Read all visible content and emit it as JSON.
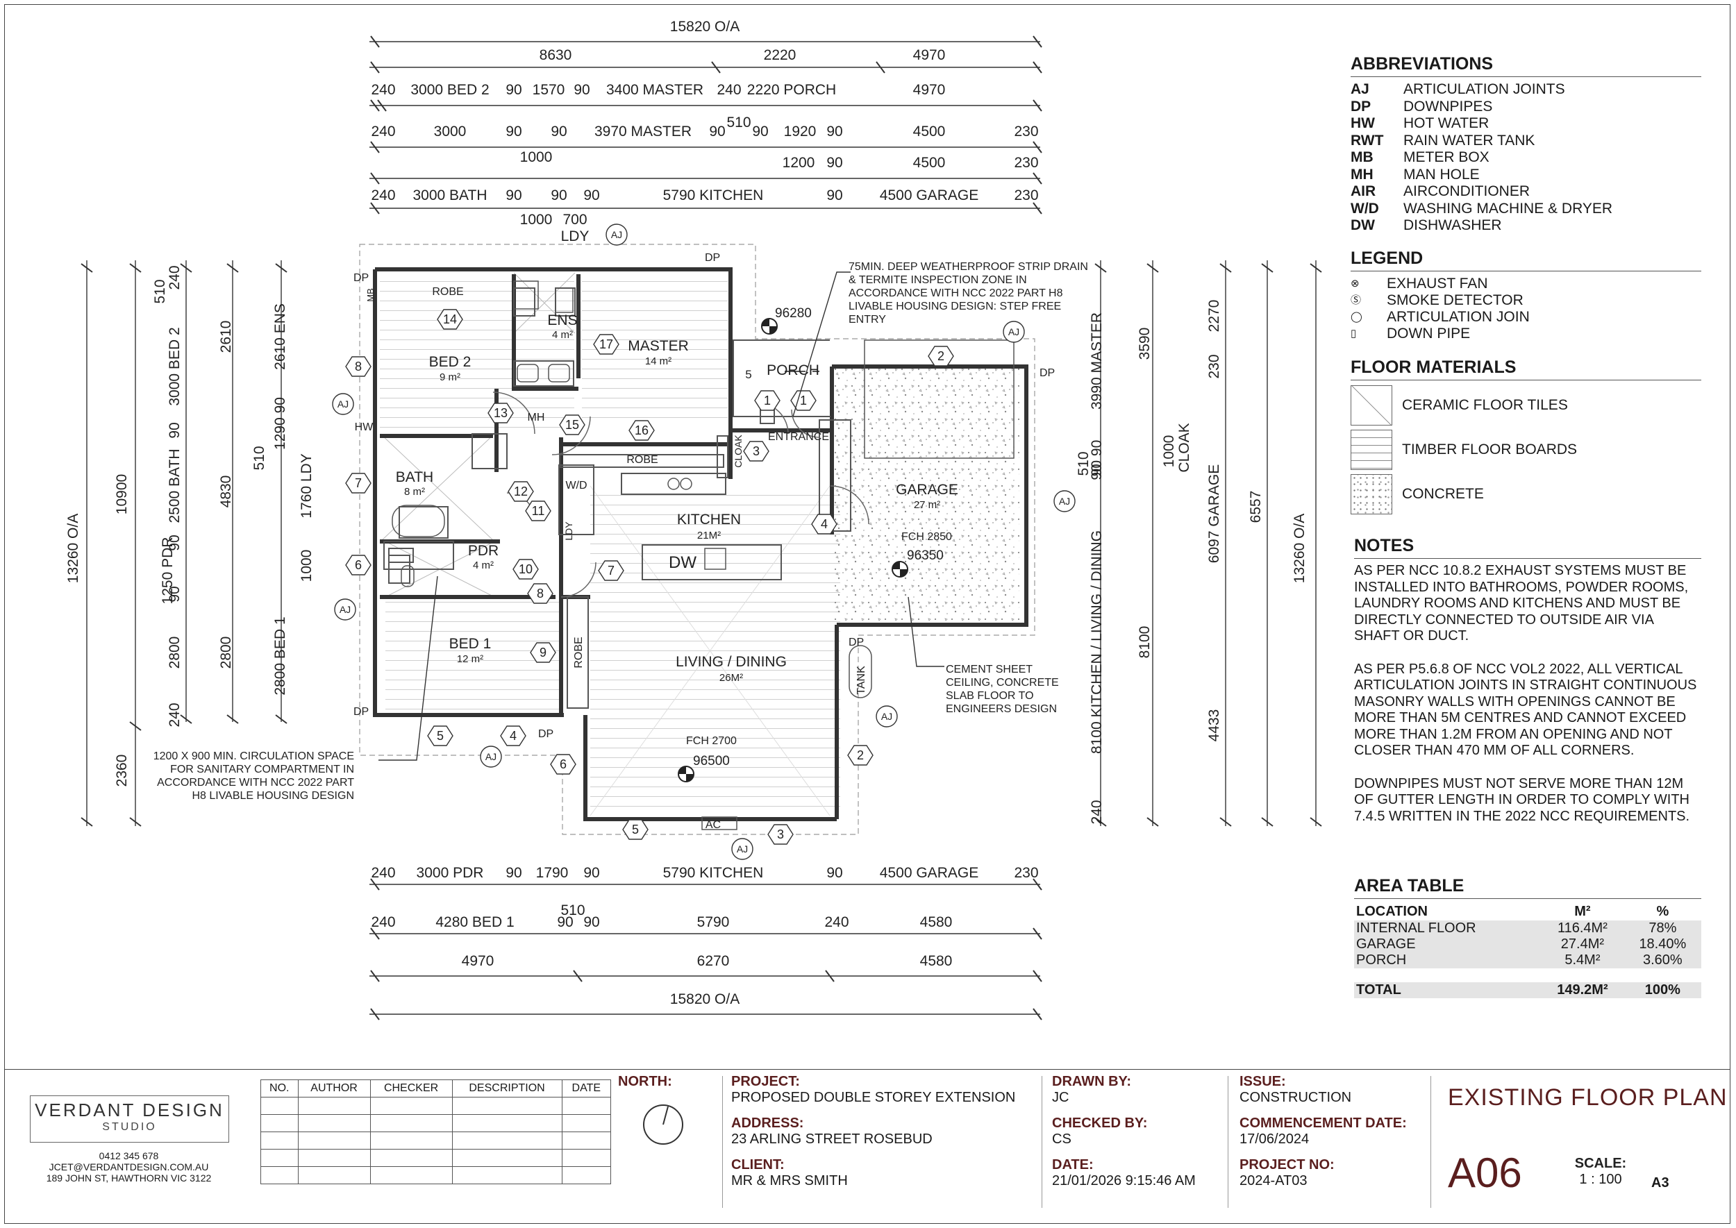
{
  "drawing": {
    "overall_dims": {
      "top": "15820 O/A",
      "bottom": "15820 O/A",
      "left": "13260 O/A",
      "right": "13260 O/A"
    },
    "top_dim_rows": [
      [
        "8630",
        "2220",
        "4970"
      ],
      [
        "240",
        "3000 BED 2",
        "90",
        "1570",
        "90",
        "3400 MASTER",
        "240",
        "2220 PORCH",
        "4970"
      ],
      [
        "240",
        "3000",
        "90",
        "90",
        "3970 MASTER",
        "90",
        "510",
        "90",
        "1920",
        "90",
        "4500",
        "230"
      ],
      [
        "1000",
        "1200",
        "90",
        "4500",
        "230"
      ],
      [
        "240",
        "3000 BATH",
        "90",
        "90",
        "90",
        "5790 KITCHEN",
        "90",
        "4500 GARAGE",
        "230"
      ],
      [
        "1000",
        "700",
        "LDY"
      ]
    ],
    "bottom_dim_rows": [
      [
        "240",
        "3000 PDR",
        "90",
        "1790",
        "90",
        "5790 KITCHEN",
        "90",
        "4500 GARAGE",
        "230"
      ],
      [
        "240",
        "4280 BED 1",
        "510",
        "90",
        "90",
        "5790",
        "240",
        "4580"
      ],
      [
        "4970",
        "6270",
        "4580"
      ]
    ],
    "left_dims": [
      "10900",
      "2360",
      "510",
      "240",
      "3000 BED 2",
      "90",
      "2500 BATH",
      "90",
      "1250 PDR",
      "90",
      "2800",
      "240",
      "2610",
      "4830",
      "2800",
      "2610 ENS",
      "1290 90",
      "1760 LDY",
      "1000",
      "2800 BED 1",
      "510"
    ],
    "right_dims": [
      "3990 MASTER",
      "510",
      "90 90",
      "90",
      "8100 KITCHEN / LIVING / DINING",
      "240",
      "3590",
      "1000",
      "CLOAK",
      "8100",
      "2270",
      "230",
      "6097 GARAGE",
      "4433",
      "6557"
    ],
    "rooms": [
      {
        "name": "BED 2",
        "area": "9 m²"
      },
      {
        "name": "ENS",
        "area": "4 m²"
      },
      {
        "name": "MASTER",
        "area": "14 m²"
      },
      {
        "name": "BATH",
        "area": "8 m²"
      },
      {
        "name": "PDR",
        "area": "4 m²"
      },
      {
        "name": "KITCHEN",
        "area": "21M²"
      },
      {
        "name": "GARAGE",
        "area": "27 m²"
      },
      {
        "name": "BED 1",
        "area": "12 m²"
      },
      {
        "name": "LIVING / DINING",
        "area": "26M²"
      }
    ],
    "fixture_labels": [
      "ROBE",
      "ROBE",
      "ROBE",
      "MH",
      "MB",
      "HW",
      "CLOAK",
      "ENTRANCE",
      "PORCH",
      "W/D",
      "LDY",
      "DW",
      "AC",
      "TANK"
    ],
    "spot_levels": [
      "96280",
      "96350",
      "96500"
    ],
    "ceiling_heights": [
      "FCH 2850",
      "FCH 2700"
    ],
    "wall_tags": [
      "14",
      "17",
      "13",
      "15",
      "16",
      "12",
      "11",
      "10",
      "9",
      "8",
      "7",
      "7",
      "6",
      "6",
      "5",
      "5",
      "4",
      "4",
      "3",
      "3",
      "2",
      "2",
      "1",
      "1",
      "8"
    ],
    "aj_label": "AJ",
    "dp_label": "DP",
    "callouts": {
      "strip_drain": "75MIN. DEEP WEATHERPROOF STRIP DRAIN & TERMITE INSPECTION ZONE IN ACCORDANCE WITH NCC 2022 PART H8 LIVABLE HOUSING DESIGN: STEP FREE ENTRY",
      "cement_sheet": "CEMENT SHEET CEILING, CONCRETE SLAB FLOOR TO ENGINEERS DESIGN",
      "circulation": "1200 X 900 MIN. CIRCULATION SPACE FOR SANITARY COMPARTMENT IN ACCORDANCE WITH NCC 2022 PART H8 LIVABLE HOUSING DESIGN"
    },
    "porch_step": "5"
  },
  "abbreviations": {
    "title": "ABBREVIATIONS",
    "items": [
      {
        "code": "AJ",
        "text": "ARTICULATION JOINTS"
      },
      {
        "code": "DP",
        "text": "DOWNPIPES"
      },
      {
        "code": "HW",
        "text": "HOT WATER"
      },
      {
        "code": "RWT",
        "text": "RAIN WATER TANK"
      },
      {
        "code": "MB",
        "text": "METER BOX"
      },
      {
        "code": "MH",
        "text": "MAN HOLE"
      },
      {
        "code": "AIR",
        "text": "AIRCONDITIONER"
      },
      {
        "code": "W/D",
        "text": "WASHING MACHINE & DRYER"
      },
      {
        "code": "DW",
        "text": "DISHWASHER"
      }
    ]
  },
  "legend": {
    "title": "LEGEND",
    "items": [
      {
        "symbol": "exhaust-fan-icon",
        "text": "EXHAUST FAN"
      },
      {
        "symbol": "smoke-detector-icon",
        "text": "SMOKE DETECTOR"
      },
      {
        "symbol": "articulation-join-icon",
        "text": "ARTICULATION JOIN"
      },
      {
        "symbol": "down-pipe-icon",
        "text": "DOWN PIPE"
      }
    ]
  },
  "floor_materials": {
    "title": "FLOOR MATERIALS",
    "items": [
      "CERAMIC FLOOR TILES",
      "TIMBER FLOOR BOARDS",
      "CONCRETE"
    ]
  },
  "notes": {
    "title": "NOTES",
    "items": [
      "AS PER NCC 10.8.2 EXHAUST SYSTEMS MUST BE INSTALLED INTO BATHROOMS, POWDER ROOMS, LAUNDRY ROOMS AND KITCHENS AND MUST BE DIRECTLY CONNECTED TO OUTSIDE AIR VIA SHAFT OR DUCT.",
      "AS PER P5.6.8 OF NCC VOL2 2022, ALL VERTICAL ARTICULATION JOINTS IN STRAIGHT CONTINUOUS MASONRY WALLS WITH OPENINGS CANNOT BE MORE THAN 5M CENTRES AND CANNOT EXCEED MORE THAN 1.2M FROM AN OPENING AND NOT CLOSER THAN 470 MM OF ALL CORNERS.",
      "DOWNPIPES MUST NOT SERVE MORE THAN 12M OF GUTTER LENGTH IN ORDER TO COMPLY WITH 7.4.5 WRITTEN IN THE 2022 NCC REQUIREMENTS."
    ]
  },
  "area_table": {
    "title": "AREA TABLE",
    "columns": [
      "LOCATION",
      "M²",
      "%"
    ],
    "rows": [
      [
        "INTERNAL FLOOR",
        "116.4M²",
        "78%"
      ],
      [
        "GARAGE",
        "27.4M²",
        "18.40%"
      ],
      [
        "PORCH",
        "5.4M²",
        "3.60%"
      ]
    ],
    "total": [
      "TOTAL",
      "149.2M²",
      "100%"
    ]
  },
  "title_block": {
    "logo_name": "VERDANT DESIGN",
    "logo_sub": "STUDIO",
    "phone": "0412 345 678",
    "email": "JCET@VERDANTDESIGN.COM.AU",
    "address": "189 JOHN ST, HAWTHORN VIC 3122",
    "revision_columns": [
      "NO.",
      "AUTHOR",
      "CHECKER",
      "DESCRIPTION",
      "DATE"
    ],
    "north_label": "NORTH:",
    "project_label": "PROJECT:",
    "project": "PROPOSED DOUBLE STOREY EXTENSION",
    "address_label": "ADDRESS:",
    "site_address": "23 ARLING STREET ROSEBUD",
    "client_label": "CLIENT:",
    "client": "MR & MRS SMITH",
    "drawn_label": "DRAWN BY:",
    "drawn": "JC",
    "checked_label": "CHECKED BY:",
    "checked": "CS",
    "date_label": "DATE:",
    "date": "21/01/2026 9:15:46 AM",
    "issue_label": "ISSUE:",
    "issue": "CONSTRUCTION",
    "commencement_label": "COMMENCEMENT DATE:",
    "commencement": "17/06/2024",
    "project_no_label": "PROJECT NO:",
    "project_no": "2024-AT03",
    "sheet_title": "EXISTING FLOOR PLAN",
    "sheet_no": "A06",
    "scale_label": "SCALE:",
    "scale": "1 : 100",
    "paper": "A3"
  }
}
